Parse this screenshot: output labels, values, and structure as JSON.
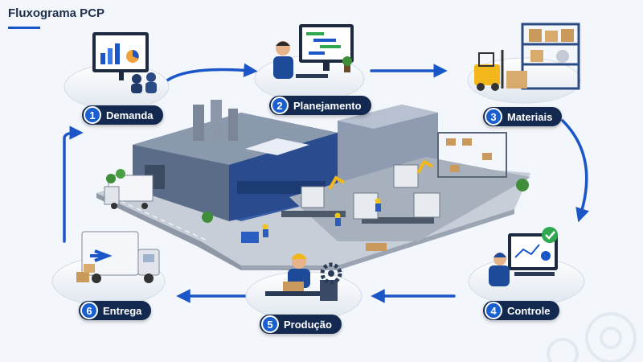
{
  "title": "Fluxograma PCP",
  "colors": {
    "accent": "#1a56c8",
    "pill": "#13294f",
    "number": "#1a5fd0",
    "check": "#2fa84f"
  },
  "steps": [
    {
      "number": "1",
      "label": "Demanda",
      "icon": "dashboard-monitor-people-icon"
    },
    {
      "number": "2",
      "label": "Planejamento",
      "icon": "planner-at-computer-icon"
    },
    {
      "number": "3",
      "label": "Materiais",
      "icon": "forklift-shelves-icon"
    },
    {
      "number": "4",
      "label": "Controle",
      "icon": "control-monitor-check-icon"
    },
    {
      "number": "5",
      "label": "Produção",
      "icon": "worker-gear-box-icon"
    },
    {
      "number": "6",
      "label": "Entrega",
      "icon": "delivery-truck-icon"
    }
  ],
  "flow": [
    "1→2",
    "2→3",
    "3→4",
    "4→5",
    "5→6",
    "6→1"
  ]
}
